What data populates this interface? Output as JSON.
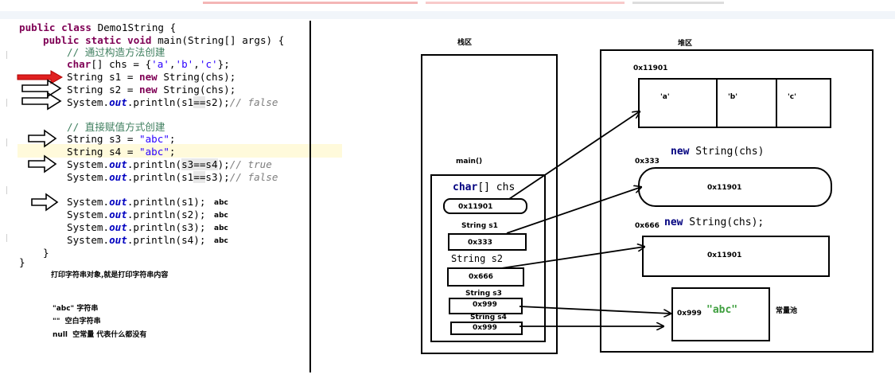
{
  "code": {
    "class_decl": {
      "kw": "public class",
      "rest": " Demo1String {"
    },
    "main_decl": {
      "kw": "public static void",
      "rest": " main(String[] args) {"
    },
    "comment1": "// 通过构造方法创建",
    "chars_kw": "char",
    "chars_pre": "[] chs = {",
    "ch_a": "'a'",
    "ch_b": "'b'",
    "ch_c": "'c'",
    "chars_post": "};",
    "s1_pre": "String s1 = ",
    "s1_new": "new",
    "s1_post": " String(chs);",
    "s2_pre": "String s2 = ",
    "s2_new": "new",
    "s2_post": " String(chs);",
    "p1_pre": "System.",
    "p1_out": "out",
    "p1_mid": ".println(s1",
    "p1_eq": "==",
    "p1_end": "s2);",
    "p1_cmt": "// false",
    "comment2": "// 直接赋值方式创建",
    "s3_pre": "String s3 = ",
    "s3_val": "\"abc\"",
    "s3_end": ";",
    "s4_pre": "String s4 = ",
    "s4_val": "\"abc\"",
    "s4_end": ";",
    "p2_pre": "System.",
    "p2_out": "out",
    "p2_mid": ".println(",
    "p2_hl": "s3==s4",
    "p2_end": ");",
    "p2_cmt": "// true",
    "p3_pre": "System.",
    "p3_out": "out",
    "p3_mid": ".println(s1",
    "p3_eq": "==",
    "p3_end": "s3);",
    "p3_cmt": "// false",
    "pr1_pre": "System.",
    "pr1_out": "out",
    "pr1_end": ".println(s1);",
    "pr1_ann": "abc",
    "pr2_pre": "System.",
    "pr2_out": "out",
    "pr2_end": ".println(s2);",
    "pr2_ann": "abc",
    "pr3_pre": "System.",
    "pr3_out": "out",
    "pr3_end": ".println(s3);",
    "pr3_ann": "abc",
    "pr4_pre": "System.",
    "pr4_out": "out",
    "pr4_end": ".println(s4);",
    "pr4_ann": "abc",
    "close1": "}",
    "close2": "}"
  },
  "notes": {
    "print_obj": "打印字符串对象,就是打印字符串内容",
    "abc_note": "\"abc\" 字符串",
    "empty_note": "\"\"  空白字符串",
    "null_note": "null  空常量 代表什么都没有"
  },
  "diagram": {
    "stack_title": "栈区",
    "heap_title": "堆区",
    "main_label": "main()",
    "chs_kw": "char",
    "chs_rest": "[] chs",
    "chs_addr": "0x11901",
    "s1_label": "String s1",
    "s1_addr": "0x333",
    "s2_label": "String s2",
    "s2_addr": "0x666",
    "s3_label": "String s3",
    "s3_addr": "0x999",
    "s4_label": "String s4",
    "s4_addr": "0x999",
    "arr_addr": "0x11901",
    "arr_cells": [
      "'a'",
      "'b'",
      "'c'"
    ],
    "obj1_kw": "new",
    "obj1_rest": " String(chs)",
    "obj1_addr": "0x333",
    "obj1_val": "0x11901",
    "obj2_kw": "new",
    "obj2_rest": " String(chs);",
    "obj2_addr": "0x666",
    "obj2_val": "0x11901",
    "pool_addr": "0x999",
    "pool_val": "\"abc\"",
    "pool_label": "常量池"
  },
  "colors": {
    "keyword": "#7f0055",
    "string": "#2a00ff",
    "comment": "#3f7f5f",
    "field": "#0000c0",
    "red_arrow": "#e02020"
  }
}
